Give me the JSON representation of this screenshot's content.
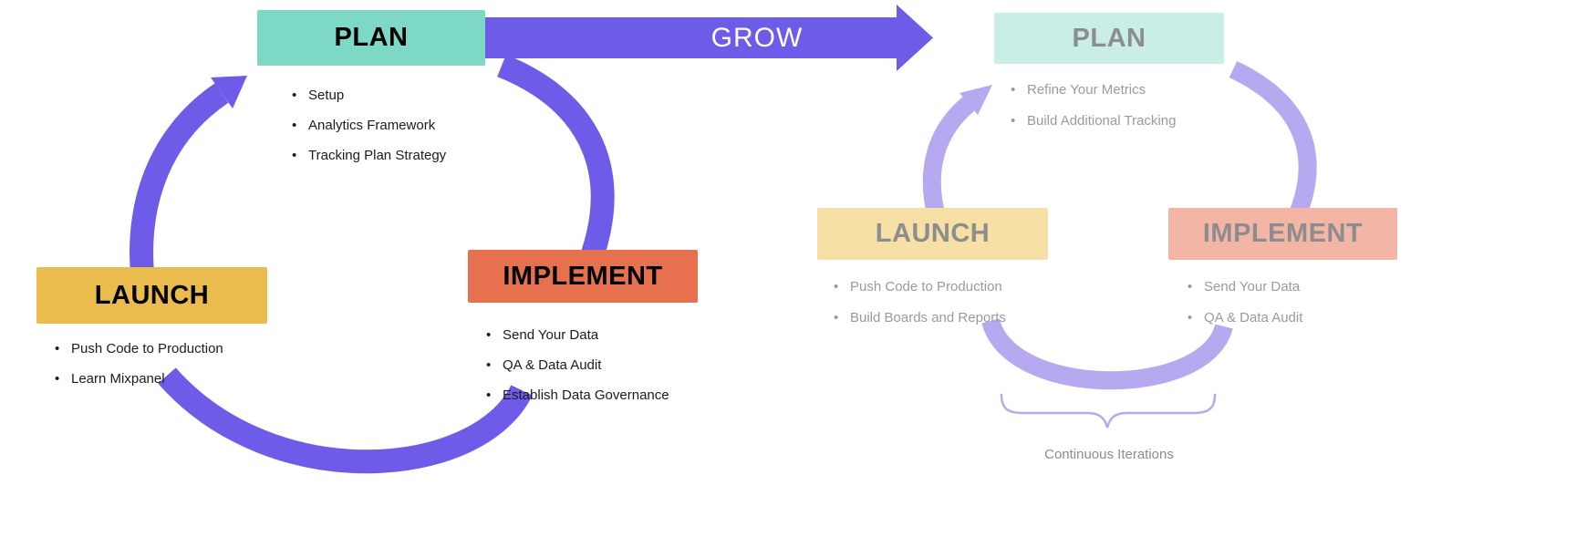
{
  "grow_arrow": {
    "label": "GROW"
  },
  "left_cycle": {
    "plan": {
      "label": "PLAN",
      "items": [
        "Setup",
        "Analytics Framework",
        "Tracking Plan Strategy"
      ]
    },
    "implement": {
      "label": "IMPLEMENT",
      "items": [
        "Send Your Data",
        "QA & Data Audit",
        "Establish Data Governance"
      ]
    },
    "launch": {
      "label": "LAUNCH",
      "items": [
        "Push Code to Production",
        "Learn Mixpanel"
      ]
    }
  },
  "right_cycle": {
    "plan": {
      "label": "PLAN",
      "items": [
        "Refine Your Metrics",
        "Build Additional Tracking"
      ]
    },
    "launch": {
      "label": "LAUNCH",
      "items": [
        "Push Code to Production",
        "Build Boards and Reports"
      ]
    },
    "implement": {
      "label": "IMPLEMENT",
      "items": [
        "Send Your Data",
        "QA & Data Audit"
      ]
    }
  },
  "annotation": {
    "label": "Continuous Iterations"
  },
  "colors": {
    "purple": "#6e5be8",
    "lavender": "#b6a9f0",
    "teal": "#7ed8c6",
    "teal_light": "#c9ede7",
    "coral": "#e7714f",
    "coral_light": "#f3b6a6",
    "gold": "#eabc4e",
    "gold_light": "#f6e0a6"
  }
}
